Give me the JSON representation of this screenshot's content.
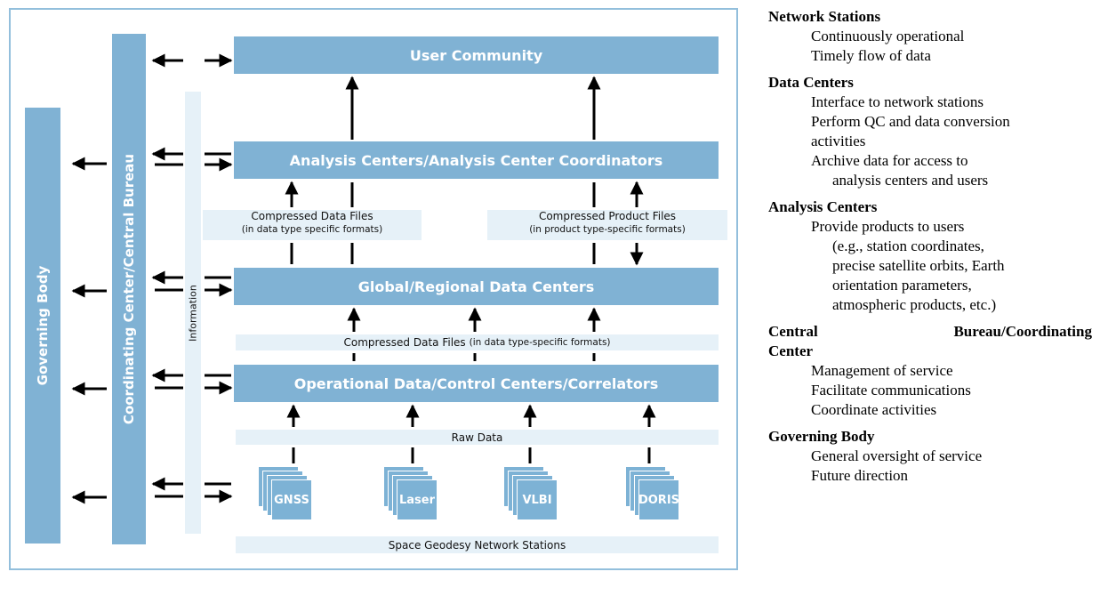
{
  "diagram": {
    "governing_body": "Governing Body",
    "coordinating_center": "Coordinating Center/Central Bureau",
    "information": "Information",
    "user_community": "User Community",
    "analysis_centers": "Analysis Centers/Analysis Center Coordinators",
    "global_data_centers": "Global/Regional Data Centers",
    "operational_centers": "Operational Data/Control Centers/Correlators",
    "compressed_data_files_left": {
      "line1": "Compressed Data Files",
      "line2": "(in data type specific formats)"
    },
    "compressed_product_files": {
      "line1": "Compressed Product Files",
      "line2": "(in product type-specific formats)"
    },
    "compressed_data_files_mid": {
      "main": "Compressed Data Files",
      "detail": "(in data type-specific formats)"
    },
    "raw_data": "Raw Data",
    "stations": [
      "GNSS",
      "Laser",
      "VLBI",
      "DORIS"
    ],
    "network_stations": "Space Geodesy Network Stations",
    "colors": {
      "box": "#80b2d4",
      "strip": "#e6f1f8",
      "frame": "#93bfdc"
    }
  },
  "legend": {
    "network_stations": {
      "title": "Network Stations",
      "items": [
        "Continuously operational",
        "Timely flow of data"
      ]
    },
    "data_centers": {
      "title": "Data Centers",
      "items": [
        "Interface to network stations",
        "Perform QC and data conversion",
        "activities",
        "Archive data for access to",
        "analysis centers and users"
      ]
    },
    "analysis_centers": {
      "title": "Analysis Centers",
      "items": [
        "Provide products to users",
        "(e.g., station coordinates,",
        "precise satellite orbits, Earth",
        "orientation parameters,",
        "atmospheric products, etc.)"
      ]
    },
    "central_bureau": {
      "title_a": "Central",
      "title_b": "Bureau/Coordinating",
      "title_c": "Center",
      "items": [
        "Management of service",
        "Facilitate communications",
        "Coordinate activities"
      ]
    },
    "governing_body": {
      "title": "Governing Body",
      "items": [
        "General oversight of service",
        "Future direction"
      ]
    }
  }
}
